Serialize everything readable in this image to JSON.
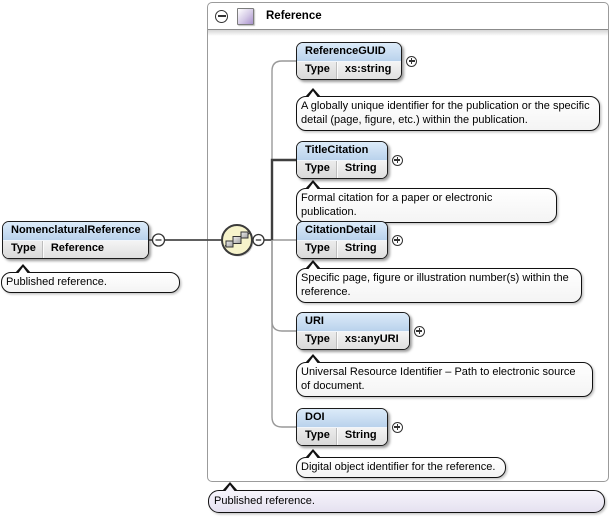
{
  "root": {
    "name": "NomenclaturalReference",
    "type_label": "Type",
    "type_value": "Reference",
    "tooltip": "Published reference."
  },
  "panel": {
    "title": "Reference",
    "footer_tooltip": "Published reference."
  },
  "children": [
    {
      "name": "ReferenceGUID",
      "type_label": "Type",
      "type_value": "xs:string",
      "annotation": "A globally unique identifier for the publication or the specific detail (page, figure, etc.) within the publication."
    },
    {
      "name": "TitleCitation",
      "type_label": "Type",
      "type_value": "String",
      "annotation": "Formal citation for a paper or electronic publication."
    },
    {
      "name": "CitationDetail",
      "type_label": "Type",
      "type_value": "String",
      "annotation": "Specific page, figure or illustration number(s) within the reference."
    },
    {
      "name": "URI",
      "type_label": "Type",
      "type_value": "xs:anyURI",
      "annotation": "Universal Resource Identifier – Path to electronic source of document."
    },
    {
      "name": "DOI",
      "type_label": "Type",
      "type_value": "String",
      "annotation": "Digital object identifier for the reference."
    }
  ],
  "icons": {
    "collapse": "minus-circle",
    "expand": "plus-circle",
    "compositor": "sequence",
    "complex_type": "purple-square"
  },
  "colors": {
    "element_header_blue": "#b9d2ec",
    "footer_tooltip_lavender": "#e5e1f0",
    "sequence_icon_yellow": "#f6f3cb",
    "complex_type_purple": "#a891cc"
  }
}
